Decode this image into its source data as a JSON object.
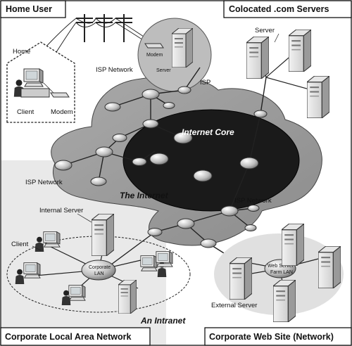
{
  "quadrants": {
    "home_user": "Home User",
    "colocated": "Colocated .com Servers",
    "corporate_lan": "Corporate Local Area Network",
    "corporate_web": "Corporate Web Site (Network)"
  },
  "home": {
    "house_label": "Home",
    "client_label": "Client",
    "modem_label": "Modem"
  },
  "isp_site": {
    "modem_label": "Modem",
    "server_label": "Server",
    "isp_label": "ISP"
  },
  "network": {
    "isp_network_top": "ISP Network",
    "isp_network_left": "ISP Network",
    "isp_network_right": "ISP Network",
    "internet_core": "Internet Core",
    "the_internet": "The Internet"
  },
  "colocated_site": {
    "server_label": "Server"
  },
  "lan": {
    "internal_server": "Internal Server",
    "client_label": "Client",
    "hub_label_1": "Corporate",
    "hub_label_2": "LAN",
    "intranet": "An Intranet"
  },
  "web_site": {
    "hub_label_1": "Web Server",
    "hub_label_2": "Farm LAN",
    "external_server": "External Server"
  }
}
